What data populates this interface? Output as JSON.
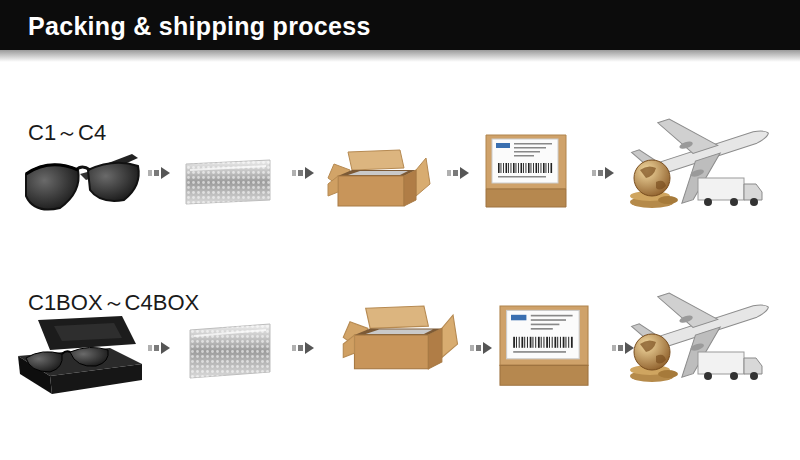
{
  "diagram": {
    "title": "Packing & shipping process",
    "labels": [
      "C1～C4",
      "C1BOX～C4BOX"
    ]
  }
}
